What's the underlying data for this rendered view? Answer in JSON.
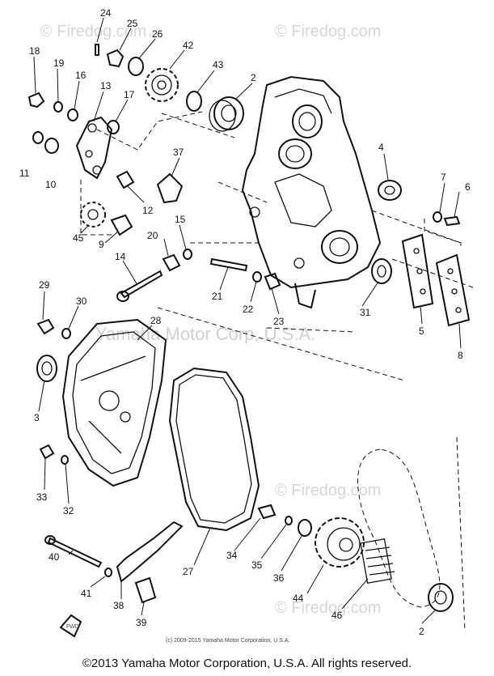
{
  "watermarks": {
    "site": "© Firedog.com",
    "brand": "Yamaha Motor Corp, U.S.A."
  },
  "parts": [
    "24",
    "25",
    "26",
    "42",
    "43",
    "18",
    "19",
    "16",
    "13",
    "17",
    "2",
    "11",
    "10",
    "37",
    "4",
    "7",
    "6",
    "12",
    "45",
    "9",
    "15",
    "20",
    "14",
    "21",
    "22",
    "23",
    "31",
    "5",
    "8",
    "29",
    "30",
    "28",
    "3",
    "33",
    "32",
    "34",
    "35",
    "36",
    "27",
    "40",
    "41",
    "38",
    "39",
    "44",
    "46",
    "2"
  ],
  "footer": {
    "small_notice": "(c) 2009-2015 Yamaha Motor Corporation, U.S.A.",
    "copyright": "©2013 Yamaha Motor Corporation, U.S.A. All rights reserved."
  },
  "colors": {
    "line": "#111111",
    "watermark": "#d0d0d0",
    "background": "#ffffff"
  }
}
